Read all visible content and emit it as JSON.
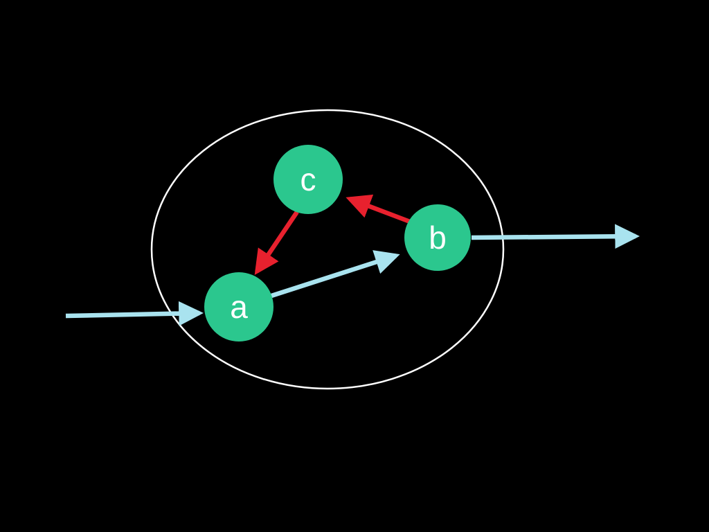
{
  "diagram": {
    "title": "state-transition-diagram",
    "nodes": [
      {
        "id": "a",
        "label": "a"
      },
      {
        "id": "b",
        "label": "b"
      },
      {
        "id": "c",
        "label": "c"
      }
    ],
    "edges": [
      {
        "from": "external-left",
        "to": "a",
        "kind": "input",
        "color_role": "cyan"
      },
      {
        "from": "a",
        "to": "b",
        "kind": "internal",
        "color_role": "cyan"
      },
      {
        "from": "b",
        "to": "external-right",
        "kind": "output",
        "color_role": "cyan"
      },
      {
        "from": "b",
        "to": "c",
        "kind": "internal",
        "color_role": "red"
      },
      {
        "from": "c",
        "to": "a",
        "kind": "internal",
        "color_role": "red"
      }
    ],
    "colors": {
      "background": "#000000",
      "node_fill": "#2BC78E",
      "node_label": "#FFFFFF",
      "boundary_stroke": "#FFFFFF",
      "cyan_arrow": "#A9E3EF",
      "red_arrow": "#E8212E"
    }
  }
}
